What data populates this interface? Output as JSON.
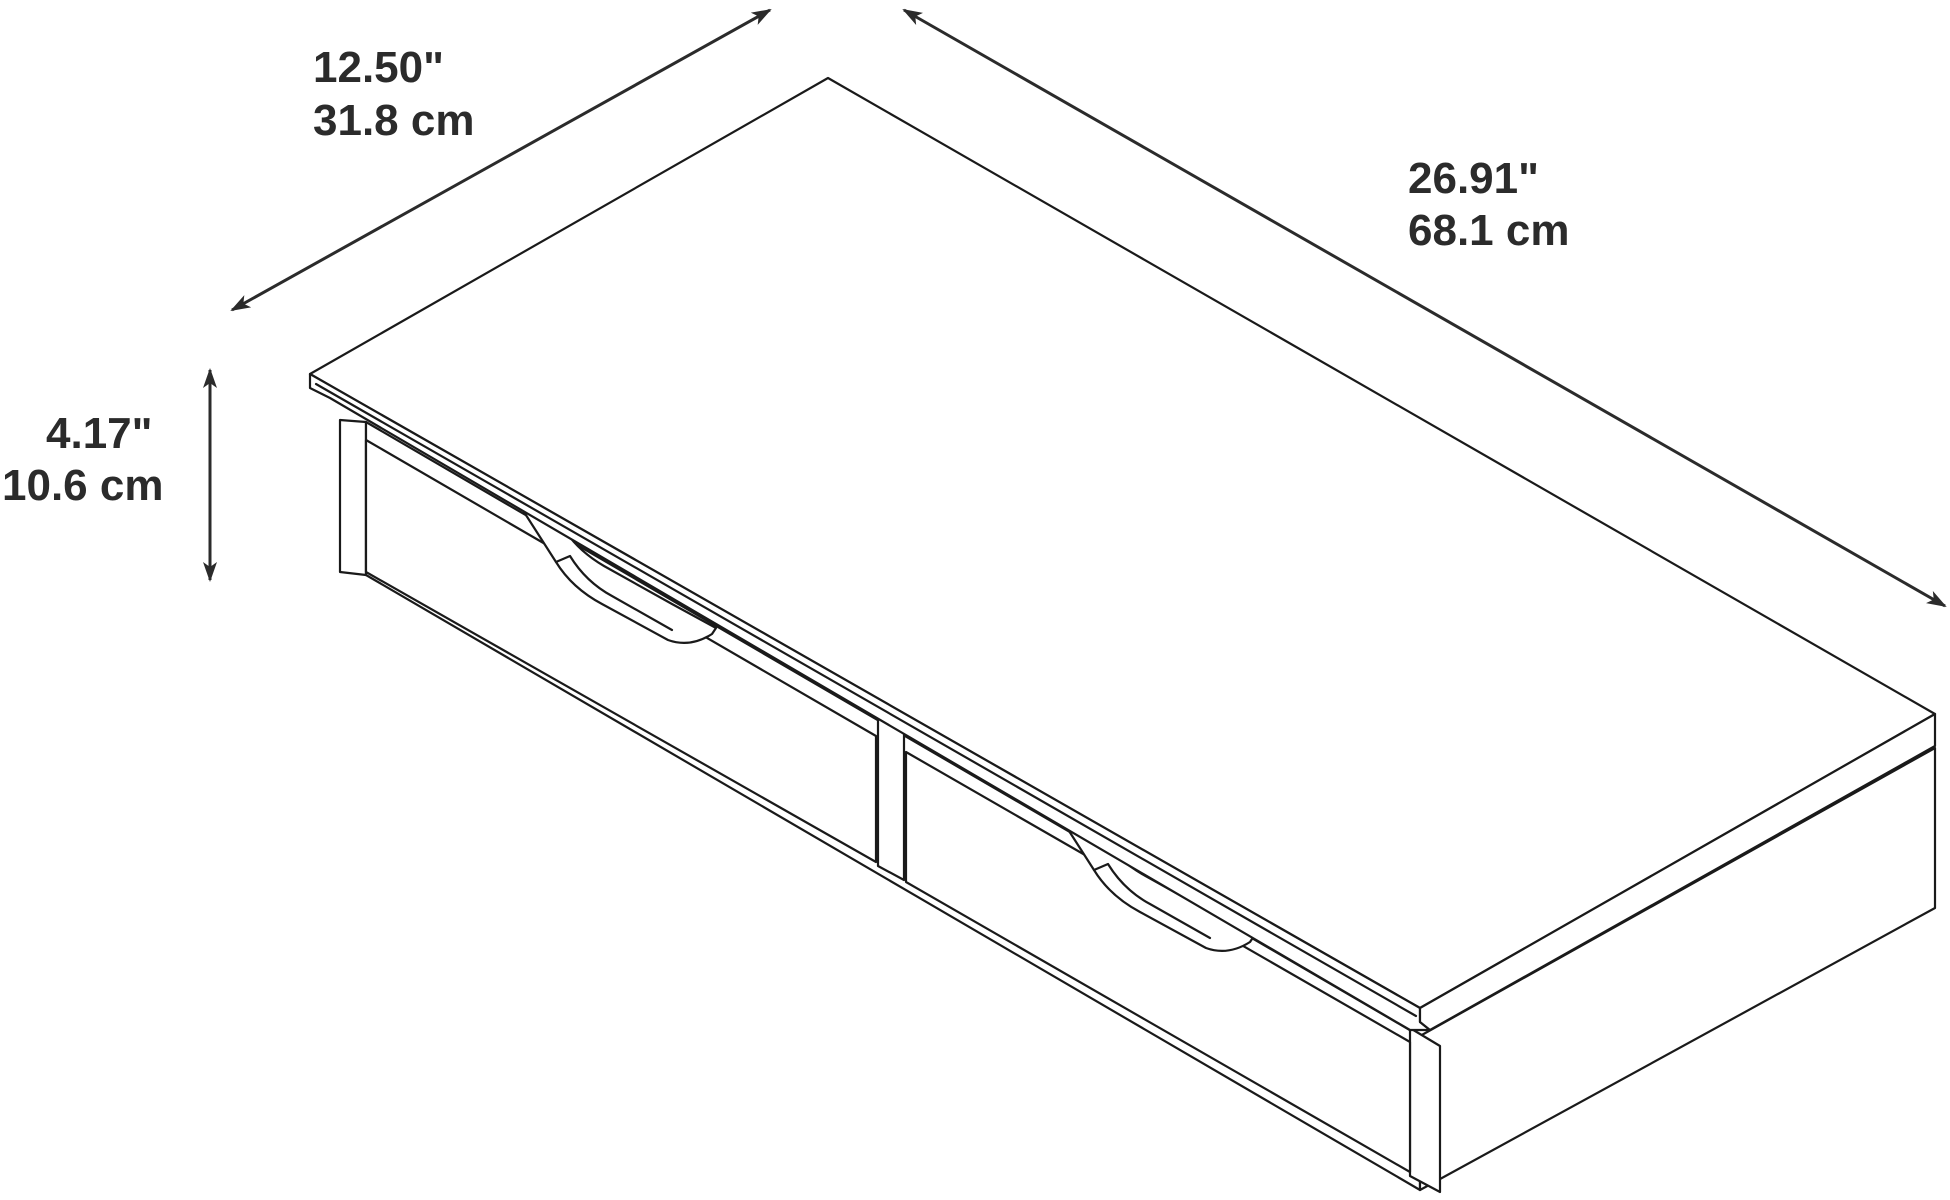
{
  "dimensions": {
    "depth": {
      "inches": "12.50\"",
      "cm": "31.8 cm"
    },
    "width": {
      "inches": "26.91\"",
      "cm": "68.1 cm"
    },
    "height": {
      "inches": "4.17\"",
      "cm": "10.6 cm"
    }
  }
}
